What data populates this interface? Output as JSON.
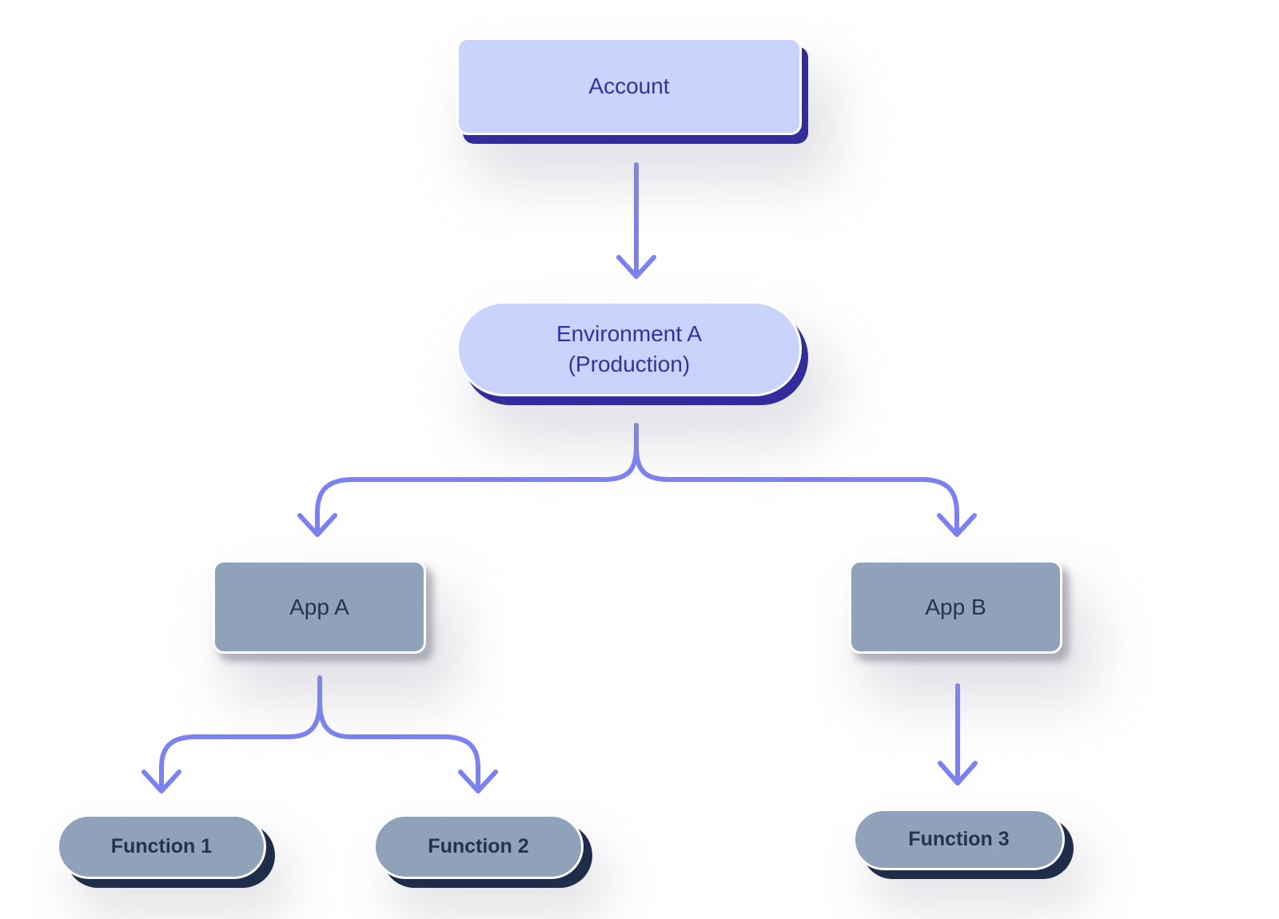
{
  "diagram": {
    "type": "hierarchy-flowchart",
    "nodes": {
      "account": {
        "label": "Account"
      },
      "environment": {
        "label_line1": "Environment A",
        "label_line2": "(Production)"
      },
      "app_a": {
        "label": "App A"
      },
      "app_b": {
        "label": "App B"
      },
      "function_1": {
        "label": "Function 1"
      },
      "function_2": {
        "label": "Function 2"
      },
      "function_3": {
        "label": "Function 3"
      }
    },
    "edges": [
      {
        "from": "account",
        "to": "environment",
        "style": "arrow-down"
      },
      {
        "from": "environment",
        "to": "app_a",
        "style": "fork-arrow"
      },
      {
        "from": "environment",
        "to": "app_b",
        "style": "fork-arrow"
      },
      {
        "from": "app_a",
        "to": "function_1",
        "style": "fork-arrow"
      },
      {
        "from": "app_a",
        "to": "function_2",
        "style": "fork-arrow"
      },
      {
        "from": "app_b",
        "to": "function_3",
        "style": "arrow-down"
      }
    ],
    "colors": {
      "background": "#ffffff",
      "lavender_fill": "#c9d3fb",
      "indigo_text": "#36309e",
      "indigo_shadow": "#322d9a",
      "slate_fill": "#8fa2ba",
      "navy_text": "#26334e",
      "navy_shadow": "#202d4a",
      "arrow": "#7b82f0"
    }
  }
}
